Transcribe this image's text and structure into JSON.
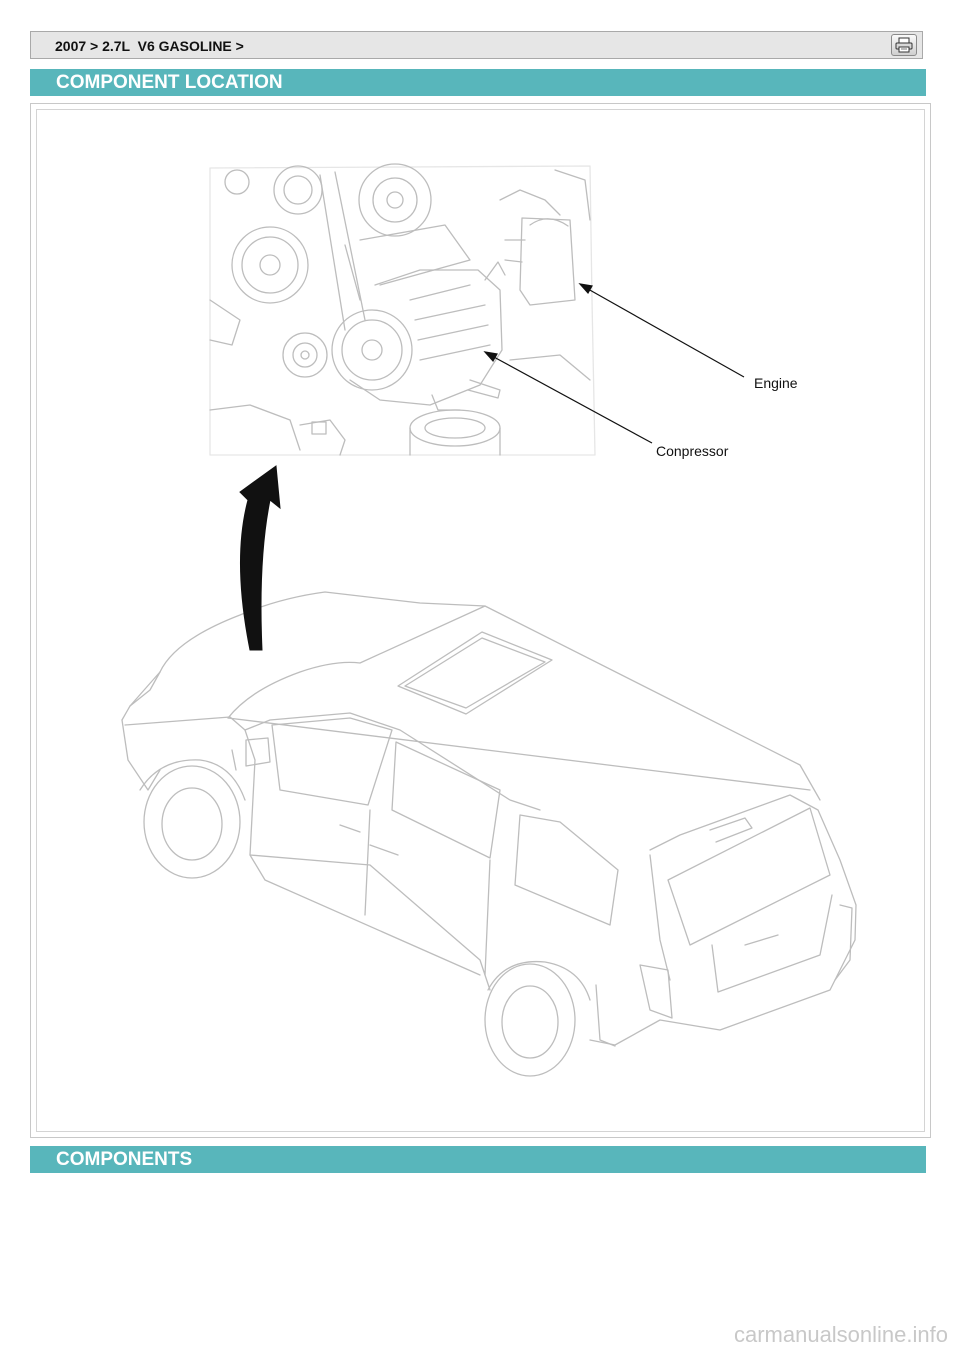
{
  "breadcrumb": "2007 > 2.7L  V6 GASOLINE >",
  "sections": {
    "location_title": "COMPONENT LOCATION",
    "components_title": "COMPONENTS"
  },
  "figure": {
    "callouts": {
      "engine": "Engine",
      "compressor": "Conpressor"
    }
  },
  "icons": {
    "print": "printer-icon"
  },
  "watermark": "carmanualsonline.info",
  "colors": {
    "section_header": "#58b6bb",
    "breadcrumb_bar": "#e6e6e6"
  }
}
